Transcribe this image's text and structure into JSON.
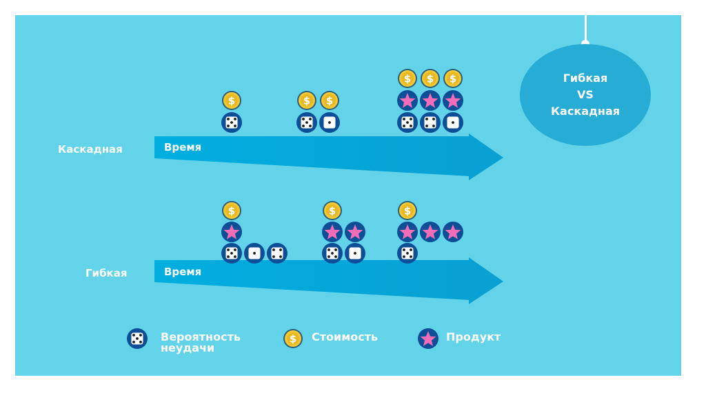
{
  "title_circle": {
    "line1": "Гибкая",
    "line2": "VS",
    "line3": "Каскадная"
  },
  "colors": {
    "background": "#62d3e8",
    "arrow": "#00a9da",
    "circle": "#27acd5",
    "die_ring": "#0d4f96",
    "coin": "#f4c932",
    "star": "#f36cb7"
  },
  "rows": [
    {
      "label": "Каскадная",
      "arrow_label": "Время",
      "groups": [
        {
          "coins": 1,
          "stars": 0,
          "dice": [
            5
          ]
        },
        {
          "coins": 2,
          "stars": 0,
          "dice": [
            5,
            1
          ]
        },
        {
          "coins": 3,
          "stars": 3,
          "dice": [
            5,
            4,
            1
          ]
        }
      ]
    },
    {
      "label": "Гибкая",
      "arrow_label": "Время",
      "groups": [
        {
          "coins": 1,
          "stars": 1,
          "dice": [
            5,
            1,
            4
          ]
        },
        {
          "coins": 1,
          "stars": 2,
          "dice": [
            5,
            1
          ]
        },
        {
          "coins": 1,
          "stars": 3,
          "dice": [
            5
          ]
        }
      ]
    }
  ],
  "legend": [
    {
      "icon": "dice-icon",
      "line1": "Вероятность",
      "line2": "неудачи"
    },
    {
      "icon": "coin-icon",
      "line1": "Стоимость",
      "line2": ""
    },
    {
      "icon": "star-icon",
      "line1": "Продукт",
      "line2": ""
    }
  ]
}
